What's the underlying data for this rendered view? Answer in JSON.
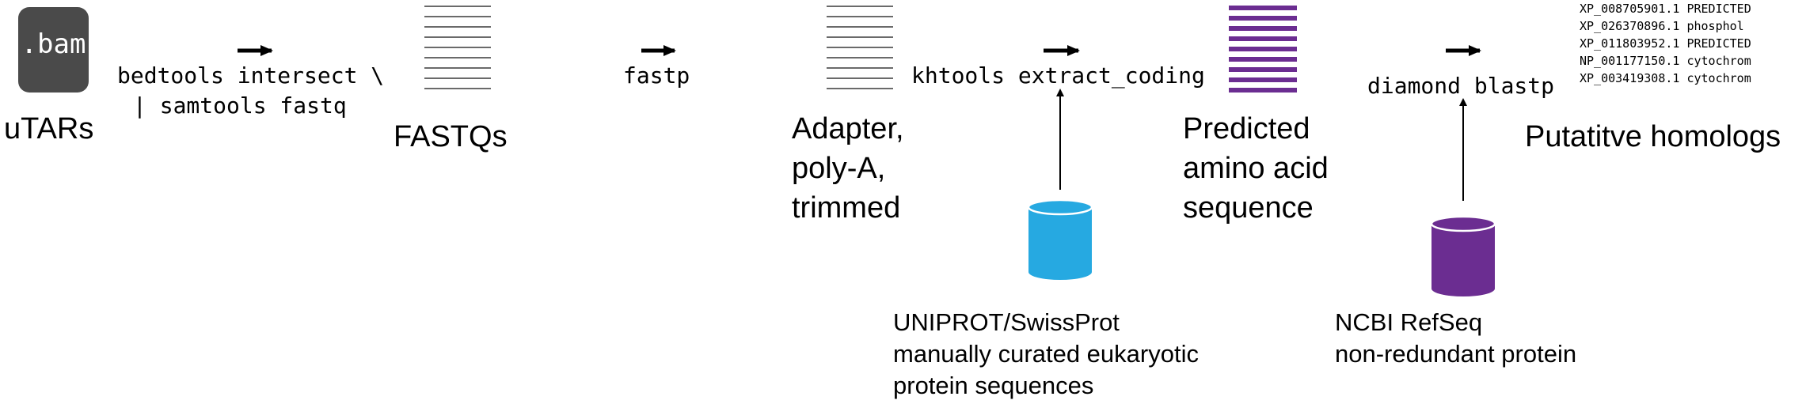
{
  "bam_icon": {
    "label": ".bam",
    "color": "#4a4a4a"
  },
  "input_label": "uTARs",
  "step1": {
    "line1": "bedtools intersect \\",
    "line2": "| samtools fastq"
  },
  "fastq_label": "FASTQs",
  "step2": {
    "cmd": "fastp"
  },
  "trimmed_label": [
    "Adapter,",
    "poly-A,",
    "trimmed"
  ],
  "step3": {
    "cmd": "khtools extract_coding"
  },
  "predicted_label": [
    "Predicted",
    "amino acid",
    "sequence"
  ],
  "step4": {
    "cmd": "diamond blastp"
  },
  "homologs_label": "Putatitve homologs",
  "db_uniprot": {
    "color": "#26a9e1",
    "lines": [
      "UNIPROT/SwissProt",
      "manually curated eukaryotic",
      "protein sequences"
    ]
  },
  "db_refseq": {
    "color": "#6b2d91",
    "lines": [
      "NCBI RefSeq",
      "non-redundant protein"
    ]
  },
  "hits": [
    "XP_008705901.1 PREDICTED",
    "XP_026370896.1 phosphol",
    "XP_011803952.1 PREDICTED",
    "NP_001177150.1 cytochrom",
    "XP_003419308.1 cytochrom"
  ],
  "colors": {
    "fastq_lines": "#6a6a6a",
    "predicted_lines": "#6b2d91",
    "arrow": "#000000"
  }
}
